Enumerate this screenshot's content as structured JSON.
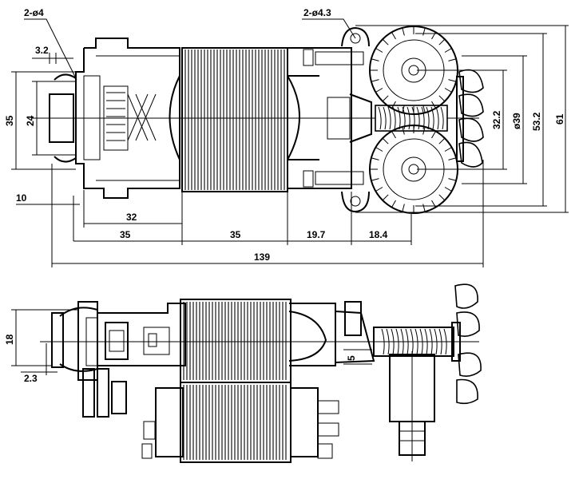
{
  "top_view": {
    "labels": {
      "hole_small": "2-ø4",
      "hole_large": "2-ø4.3",
      "d_3_2": "3.2",
      "d_35_v": "35",
      "d_24": "24",
      "d_10": "10",
      "d_32": "32",
      "d_35_a": "35",
      "d_35_b": "35",
      "d_19_7": "19.7",
      "d_18_4": "18.4",
      "d_139": "139",
      "d_32_2": "32.2",
      "d_39": "ø39",
      "d_53_2": "53.2",
      "d_61": "61"
    }
  },
  "side_view": {
    "labels": {
      "d_18": "18",
      "d_2_3": "2.3",
      "d_5": "5"
    }
  }
}
